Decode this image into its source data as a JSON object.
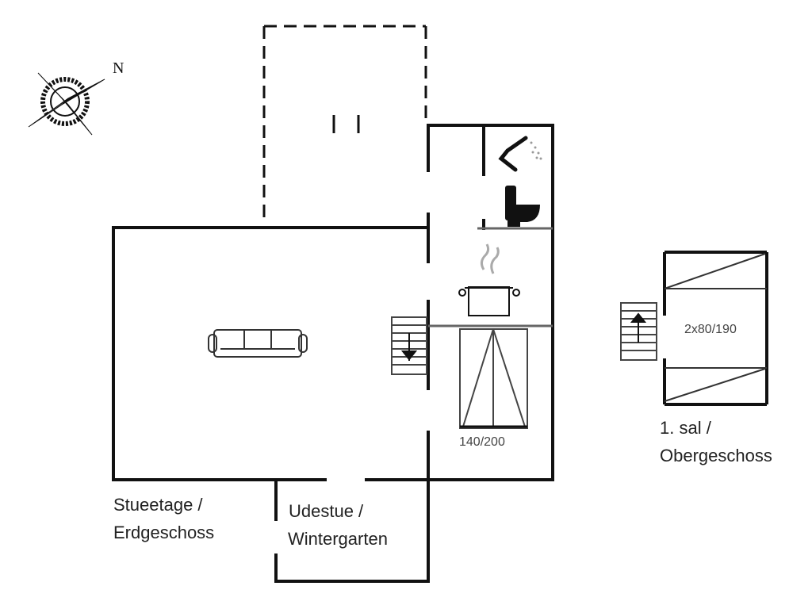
{
  "compass": {
    "north_label": "N"
  },
  "ground_floor": {
    "label_line1": "Stueetage /",
    "label_line2": "Erdgeschoss",
    "bed_size": "140/200"
  },
  "winter_garden": {
    "label_line1": "Udestue /",
    "label_line2": "Wintergarten"
  },
  "upper_floor": {
    "label_line1": "1. sal /",
    "label_line2": "Obergeschoss",
    "bed_size": "2x80/190"
  },
  "colors": {
    "wall": "#111111",
    "thin": "#666666"
  }
}
